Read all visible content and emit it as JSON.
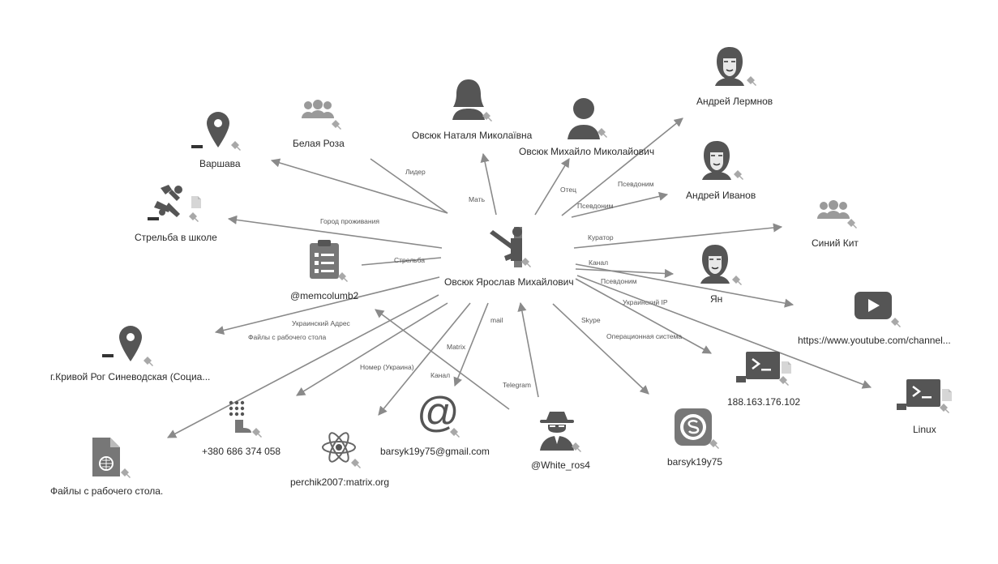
{
  "center": {
    "label": "Овсюк Ярослав Михайлович",
    "icon": "armed-person-icon"
  },
  "nodes": [
    {
      "id": "warsaw",
      "label": "Варшава",
      "icon": "location-pin-icon"
    },
    {
      "id": "white_rose",
      "label": "Белая Роза",
      "icon": "group-icon"
    },
    {
      "id": "mother",
      "label": "Овсюк Наталя Миколаївна",
      "icon": "female-person-icon"
    },
    {
      "id": "father",
      "label": "Овсюк Михайло Миколайович",
      "icon": "male-person-icon"
    },
    {
      "id": "lermnov",
      "label": "Андрей Лермнов",
      "icon": "masked-person-icon"
    },
    {
      "id": "ivanov",
      "label": "Андрей Иванов",
      "icon": "masked-person-icon"
    },
    {
      "id": "blue_whale",
      "label": "Синий Кит",
      "icon": "group-icon"
    },
    {
      "id": "yan",
      "label": "Ян",
      "icon": "masked-person-icon"
    },
    {
      "id": "youtube",
      "label": "https://www.youtube.com/channel...",
      "icon": "youtube-play-icon"
    },
    {
      "id": "ip",
      "label": "188.163.176.102",
      "icon": "terminal-icon"
    },
    {
      "id": "linux",
      "label": "Linux",
      "icon": "terminal-icon"
    },
    {
      "id": "skype",
      "label": "barsyk19y75",
      "icon": "skype-icon"
    },
    {
      "id": "white_ros4",
      "label": "@White_ros4",
      "icon": "spy-icon"
    },
    {
      "id": "gmail",
      "label": "barsyk19y75@gmail.com",
      "icon": "at-sign-icon"
    },
    {
      "id": "matrix",
      "label": "perchik2007:matrix.org",
      "icon": "atom-icon"
    },
    {
      "id": "phone",
      "label": "+380 686 374 058",
      "icon": "phone-keypad-icon"
    },
    {
      "id": "files",
      "label": "Файлы с рабочего стола.",
      "icon": "web-document-icon"
    },
    {
      "id": "kryvyi_rih",
      "label": "г.Кривой Рог Синеводская (Социа...",
      "icon": "location-pin-icon"
    },
    {
      "id": "memcolumb",
      "label": "@memcolumb2",
      "icon": "clipboard-list-icon"
    },
    {
      "id": "shooting",
      "label": "Стрельба в школе",
      "icon": "shooting-event-icon"
    }
  ],
  "edges": [
    {
      "label": "Город проживания"
    },
    {
      "label": "Лидер"
    },
    {
      "label": "Мать"
    },
    {
      "label": "Отец"
    },
    {
      "label": "Псевдоним"
    },
    {
      "label": "Псевдоним"
    },
    {
      "label": "Куратор"
    },
    {
      "label": "Канал"
    },
    {
      "label": "Псевдоним"
    },
    {
      "label": "Украинский IP"
    },
    {
      "label": "Операционная система"
    },
    {
      "label": "Skype"
    },
    {
      "label": "Telegram"
    },
    {
      "label": "mail"
    },
    {
      "label": "Matrix"
    },
    {
      "label": "Канал"
    },
    {
      "label": "Номер (Украина)"
    },
    {
      "label": "Файлы с рабочего стола"
    },
    {
      "label": "Украинский Адрес"
    },
    {
      "label": "Стрельба"
    }
  ]
}
